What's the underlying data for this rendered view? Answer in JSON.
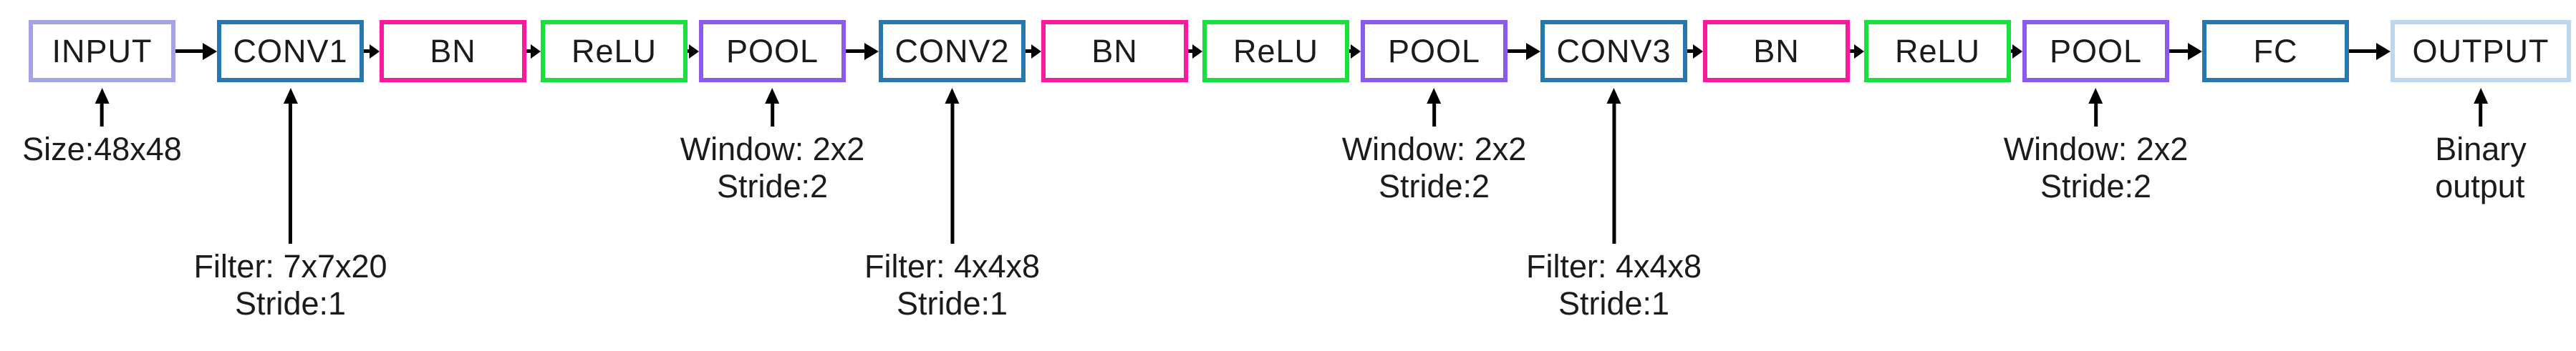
{
  "flow": {
    "background": "#ffffff",
    "text_color": "#1b1b1b",
    "arrow_color": "#000000",
    "nodes": [
      {
        "id": "input",
        "kind": "input",
        "label": "INPUT",
        "border_color": "#a3a3ea",
        "annotation": {
          "arrow": "short",
          "lines": [
            "Size:48x48"
          ]
        }
      },
      {
        "id": "conv1",
        "kind": "conv",
        "label": "CONV1",
        "border_color": "#2878b0",
        "annotation": {
          "arrow": "long",
          "lines": [
            "Filter: 7x7x20",
            "Stride:1"
          ]
        }
      },
      {
        "id": "bn1",
        "kind": "bn",
        "label": "BN",
        "border_color": "#fb1a9d"
      },
      {
        "id": "relu1",
        "kind": "relu",
        "label": "ReLU",
        "border_color": "#17e13c"
      },
      {
        "id": "pool1",
        "kind": "pool",
        "label": "POOL",
        "border_color": "#8b5cea",
        "annotation": {
          "arrow": "short",
          "lines": [
            "Window: 2x2",
            "Stride:2"
          ]
        }
      },
      {
        "id": "conv2",
        "kind": "conv",
        "label": "CONV2",
        "border_color": "#2878b0",
        "annotation": {
          "arrow": "long",
          "lines": [
            "Filter: 4x4x8",
            "Stride:1"
          ]
        }
      },
      {
        "id": "bn2",
        "kind": "bn",
        "label": "BN",
        "border_color": "#fb1a9d"
      },
      {
        "id": "relu2",
        "kind": "relu",
        "label": "ReLU",
        "border_color": "#17e13c"
      },
      {
        "id": "pool2",
        "kind": "pool",
        "label": "POOL",
        "border_color": "#8b5cea",
        "annotation": {
          "arrow": "short",
          "lines": [
            "Window: 2x2",
            "Stride:2"
          ]
        }
      },
      {
        "id": "conv3",
        "kind": "conv",
        "label": "CONV3",
        "border_color": "#2878b0",
        "annotation": {
          "arrow": "long",
          "lines": [
            "Filter: 4x4x8",
            "Stride:1"
          ]
        }
      },
      {
        "id": "bn3",
        "kind": "bn",
        "label": "BN",
        "border_color": "#fb1a9d"
      },
      {
        "id": "relu3",
        "kind": "relu",
        "label": "ReLU",
        "border_color": "#17e13c"
      },
      {
        "id": "pool3",
        "kind": "pool",
        "label": "POOL",
        "border_color": "#8b5cea",
        "annotation": {
          "arrow": "short",
          "lines": [
            "Window: 2x2",
            "Stride:2"
          ]
        }
      },
      {
        "id": "fc",
        "kind": "fc",
        "label": "FC",
        "border_color": "#2878b0"
      },
      {
        "id": "output",
        "kind": "output",
        "label": "OUTPUT",
        "border_color": "#bdd7ee",
        "annotation": {
          "arrow": "short",
          "align": "left",
          "lines": [
            "Binary",
            "output"
          ]
        }
      }
    ]
  }
}
